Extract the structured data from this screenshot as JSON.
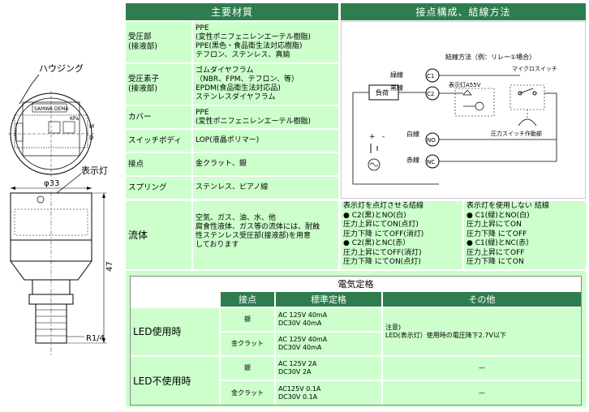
{
  "drawing": {
    "housing_label": "ハウジング",
    "display_label": "表示灯",
    "dim_diameter": "φ33",
    "dim_height": "47",
    "dim_thread": "R1/4",
    "brand": "SAMWA DEMA",
    "kpa": "KPa",
    "m": "M",
    "d": "D"
  },
  "materials": {
    "header": "主要材質",
    "rows": [
      {
        "label": [
          "受圧部",
          "(接液部)"
        ],
        "value": [
          "PPE",
          "(変性ポニフェニレンエーテル樹脂)",
          "PPE(黒色・食品衛生法対応樹脂)",
          "テフロン、ステンレス、真鍮"
        ]
      },
      {
        "label": [
          "受圧素子",
          "(接液部)"
        ],
        "value": [
          "ゴムダイヤフラム",
          "（NBR、FPM、テフロン、等）",
          "EPDM(食品衛生法対応品)",
          "ステンレスダイヤフラム"
        ]
      },
      {
        "label": [
          "カバー"
        ],
        "value": [
          "PPE",
          "(変性ポニフェニレンエーテル樹脂)"
        ]
      },
      {
        "label": [
          "スイッチボディ"
        ],
        "value": [
          "LOP(液晶ポリマー)"
        ]
      },
      {
        "label": [
          "接点"
        ],
        "value": [
          "金クラット、銀"
        ]
      },
      {
        "label": [
          "スプリング"
        ],
        "value": [
          "ステンレス、ピアノ線"
        ]
      }
    ],
    "fluid_label": "流体",
    "fluid_value": [
      "空気、ガス、油、水、他",
      "腐食性液体、ガス等の流体には、耐蝕",
      "性ステンレス受圧部(接液部)を用意",
      "しております"
    ]
  },
  "wiring": {
    "header": "接点構成、結線方法",
    "title": "結線方法（例：リレー①場合）",
    "load": "負荷",
    "green": "緑線",
    "black": "黒線",
    "white": "白線",
    "red": "赤線",
    "c1": "C1",
    "c2": "C2",
    "no": "NO",
    "nc": "NC",
    "led": "表示灯A55V",
    "micro": "マイクロスイッチ",
    "pressure_part": "圧力スイッチ作動部",
    "plus": "+",
    "minus": "-"
  },
  "led_on": {
    "title": "表示灯を点灯させる結線",
    "lines": [
      "● C2(黒)とNO(白)",
      "圧力上昇にてON(点灯)",
      "圧力下降 にてOFF(消灯)",
      "● C2(黒)とNC(赤）",
      "圧力上昇にてOFF(消灯)",
      "圧力下降 にてON(点灯)"
    ]
  },
  "led_off": {
    "title": "表示灯を使用しない 結線",
    "lines": [
      "● C1(緑)とNO(白)",
      "圧力上昇にてON",
      "圧力下降 にてOFF",
      "● C1(緑)とNC(赤）",
      "圧力上昇にてOFF",
      "圧力下降 にてON"
    ]
  },
  "electrical": {
    "title": "電気定格",
    "headers": [
      "接点",
      "標準定格",
      "その他"
    ],
    "led_use": "LED使用時",
    "led_nouse": "LED不使用時",
    "silver": "銀",
    "gold": "金クラット",
    "r1": [
      "AC 125V 40mA",
      "DC30V 40mA"
    ],
    "r2": [
      "AC 125V 40mA",
      "DC30V 40mA"
    ],
    "r3": [
      "AC 125V 2A",
      "DC30V 2A"
    ],
    "r4": [
      "AC125V 0.1A",
      "DC30V 0.1A"
    ],
    "note": [
      "注意)",
      "LED(表示灯）使用時の電圧降下2.7V以下"
    ],
    "dash": "—"
  }
}
